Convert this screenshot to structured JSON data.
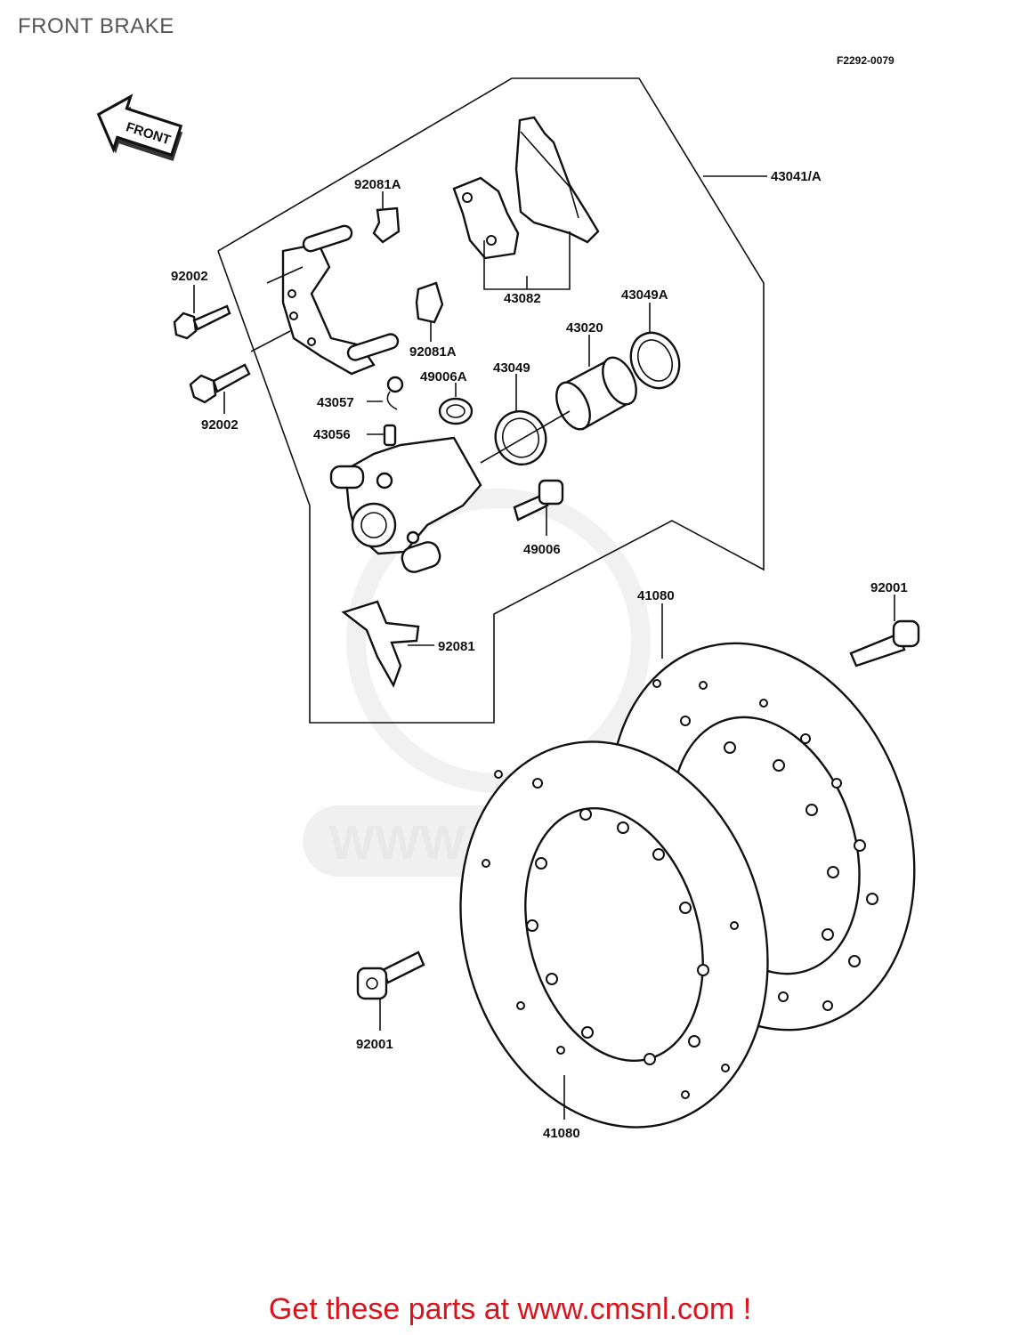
{
  "page": {
    "title": "FRONT BRAKE",
    "drawing_code": "F2292-0079",
    "front_arrow_label": "FRONT",
    "watermark": "WWW.CMSNL.COM",
    "footer": "Get these parts at www.cmsnl.com !"
  },
  "parts": {
    "p43041": "43041/A",
    "p92081A_top": "92081A",
    "p92002_top": "92002",
    "p43082": "43082",
    "p43049A": "43049A",
    "p43020": "43020",
    "p92081A_mid": "92081A",
    "p49006A": "49006A",
    "p43049": "43049",
    "p92002_bottom": "92002",
    "p43057": "43057",
    "p43056": "43056",
    "p49006": "49006",
    "p41080_top": "41080",
    "p92001_right": "92001",
    "p92081": "92081",
    "p92001_bottom": "92001",
    "p41080_bottom": "41080"
  }
}
